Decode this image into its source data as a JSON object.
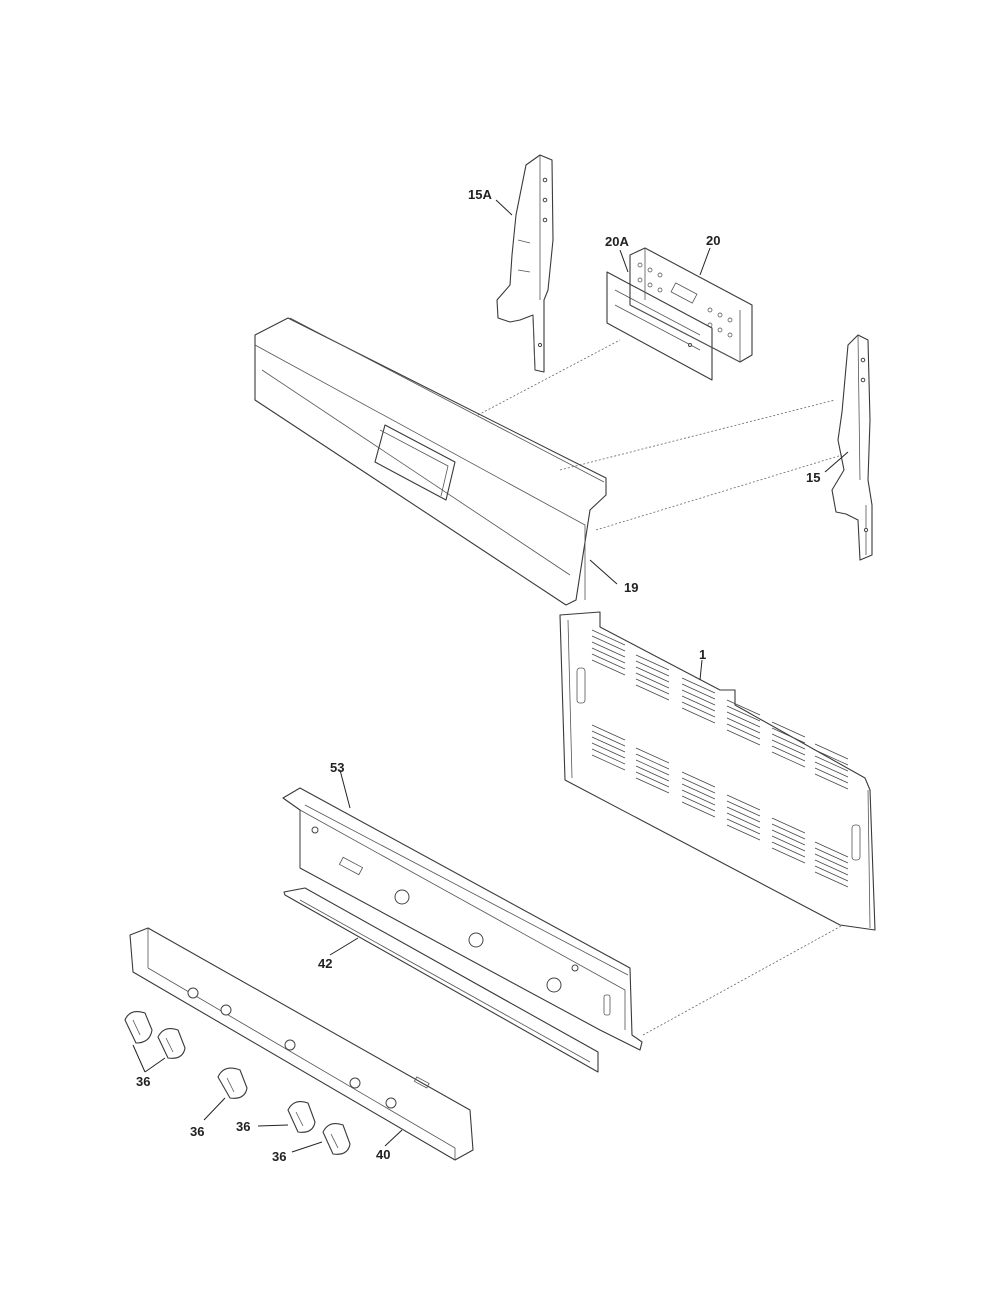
{
  "callouts": {
    "c15a": "15A",
    "c20a": "20A",
    "c20": "20",
    "c15": "15",
    "c19": "19",
    "c1": "1",
    "c53": "53",
    "c42": "42",
    "c36a": "36",
    "c36b": "36",
    "c36c": "36",
    "c36d": "36",
    "c40": "40"
  }
}
